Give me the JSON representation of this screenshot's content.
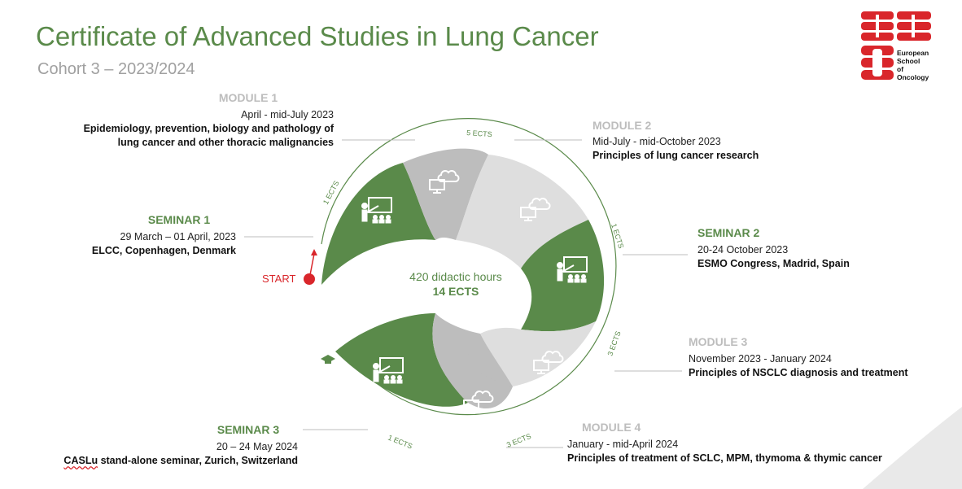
{
  "header": {
    "title": "Certificate of Advanced Studies in Lung Cancer",
    "subtitle": "Cohort 3 – 2023/2024"
  },
  "logo": {
    "lines": [
      "European",
      "School",
      "of",
      "Oncology"
    ],
    "letters": "ESO",
    "color": "#d9262b"
  },
  "center": {
    "hours": "420 didactic hours",
    "ects": "14 ECTS"
  },
  "start_label": "START",
  "ects_labels": {
    "seminar1": "1 ECTS",
    "module1": "5 ECTS",
    "seminar2": "1 ECTS",
    "module3": "3 ECTS",
    "module4": "3 ECTS",
    "seminar3": "1 ECTS"
  },
  "segments": {
    "module1": {
      "heading": "MODULE 1",
      "dates": "April - mid-July 2023",
      "desc_line1": "Epidemiology, prevention, biology and pathology of",
      "desc_line2": "lung cancer and other thoracic malignancies"
    },
    "module2": {
      "heading": "MODULE 2",
      "dates": "Mid-July - mid-October 2023",
      "desc": "Principles of lung cancer research"
    },
    "seminar1": {
      "heading": "SEMINAR 1",
      "dates": "29 March – 01 April, 2023",
      "desc": "ELCC, Copenhagen, Denmark"
    },
    "seminar2": {
      "heading": "SEMINAR 2",
      "dates": "20-24 October 2023",
      "desc": "ESMO Congress, Madrid, Spain"
    },
    "module3": {
      "heading": "MODULE 3",
      "dates": "November 2023 - January 2024",
      "desc": "Principles of NSCLC diagnosis and treatment"
    },
    "module4": {
      "heading": "MODULE 4",
      "dates": "January - mid-April 2024",
      "desc": "Principles of treatment of SCLC, MPM, thymoma & thymic cancer"
    },
    "seminar3": {
      "heading": "SEMINAR 3",
      "dates": "20 – 24 May 2024",
      "desc_part1": "CASLu",
      "desc_part2": " stand-alone seminar, Zurich, Switzerland"
    }
  },
  "colors": {
    "green": "#5a8a4a",
    "gray_dark": "#b9b9b9",
    "gray_light": "#dedede",
    "red": "#d9262b",
    "heading_gray": "#bdbdbd"
  },
  "icons": {
    "seminar": "teacher-presentation-icon",
    "module": "online-learning-icon",
    "graduation": "graduation-cap-icon"
  }
}
